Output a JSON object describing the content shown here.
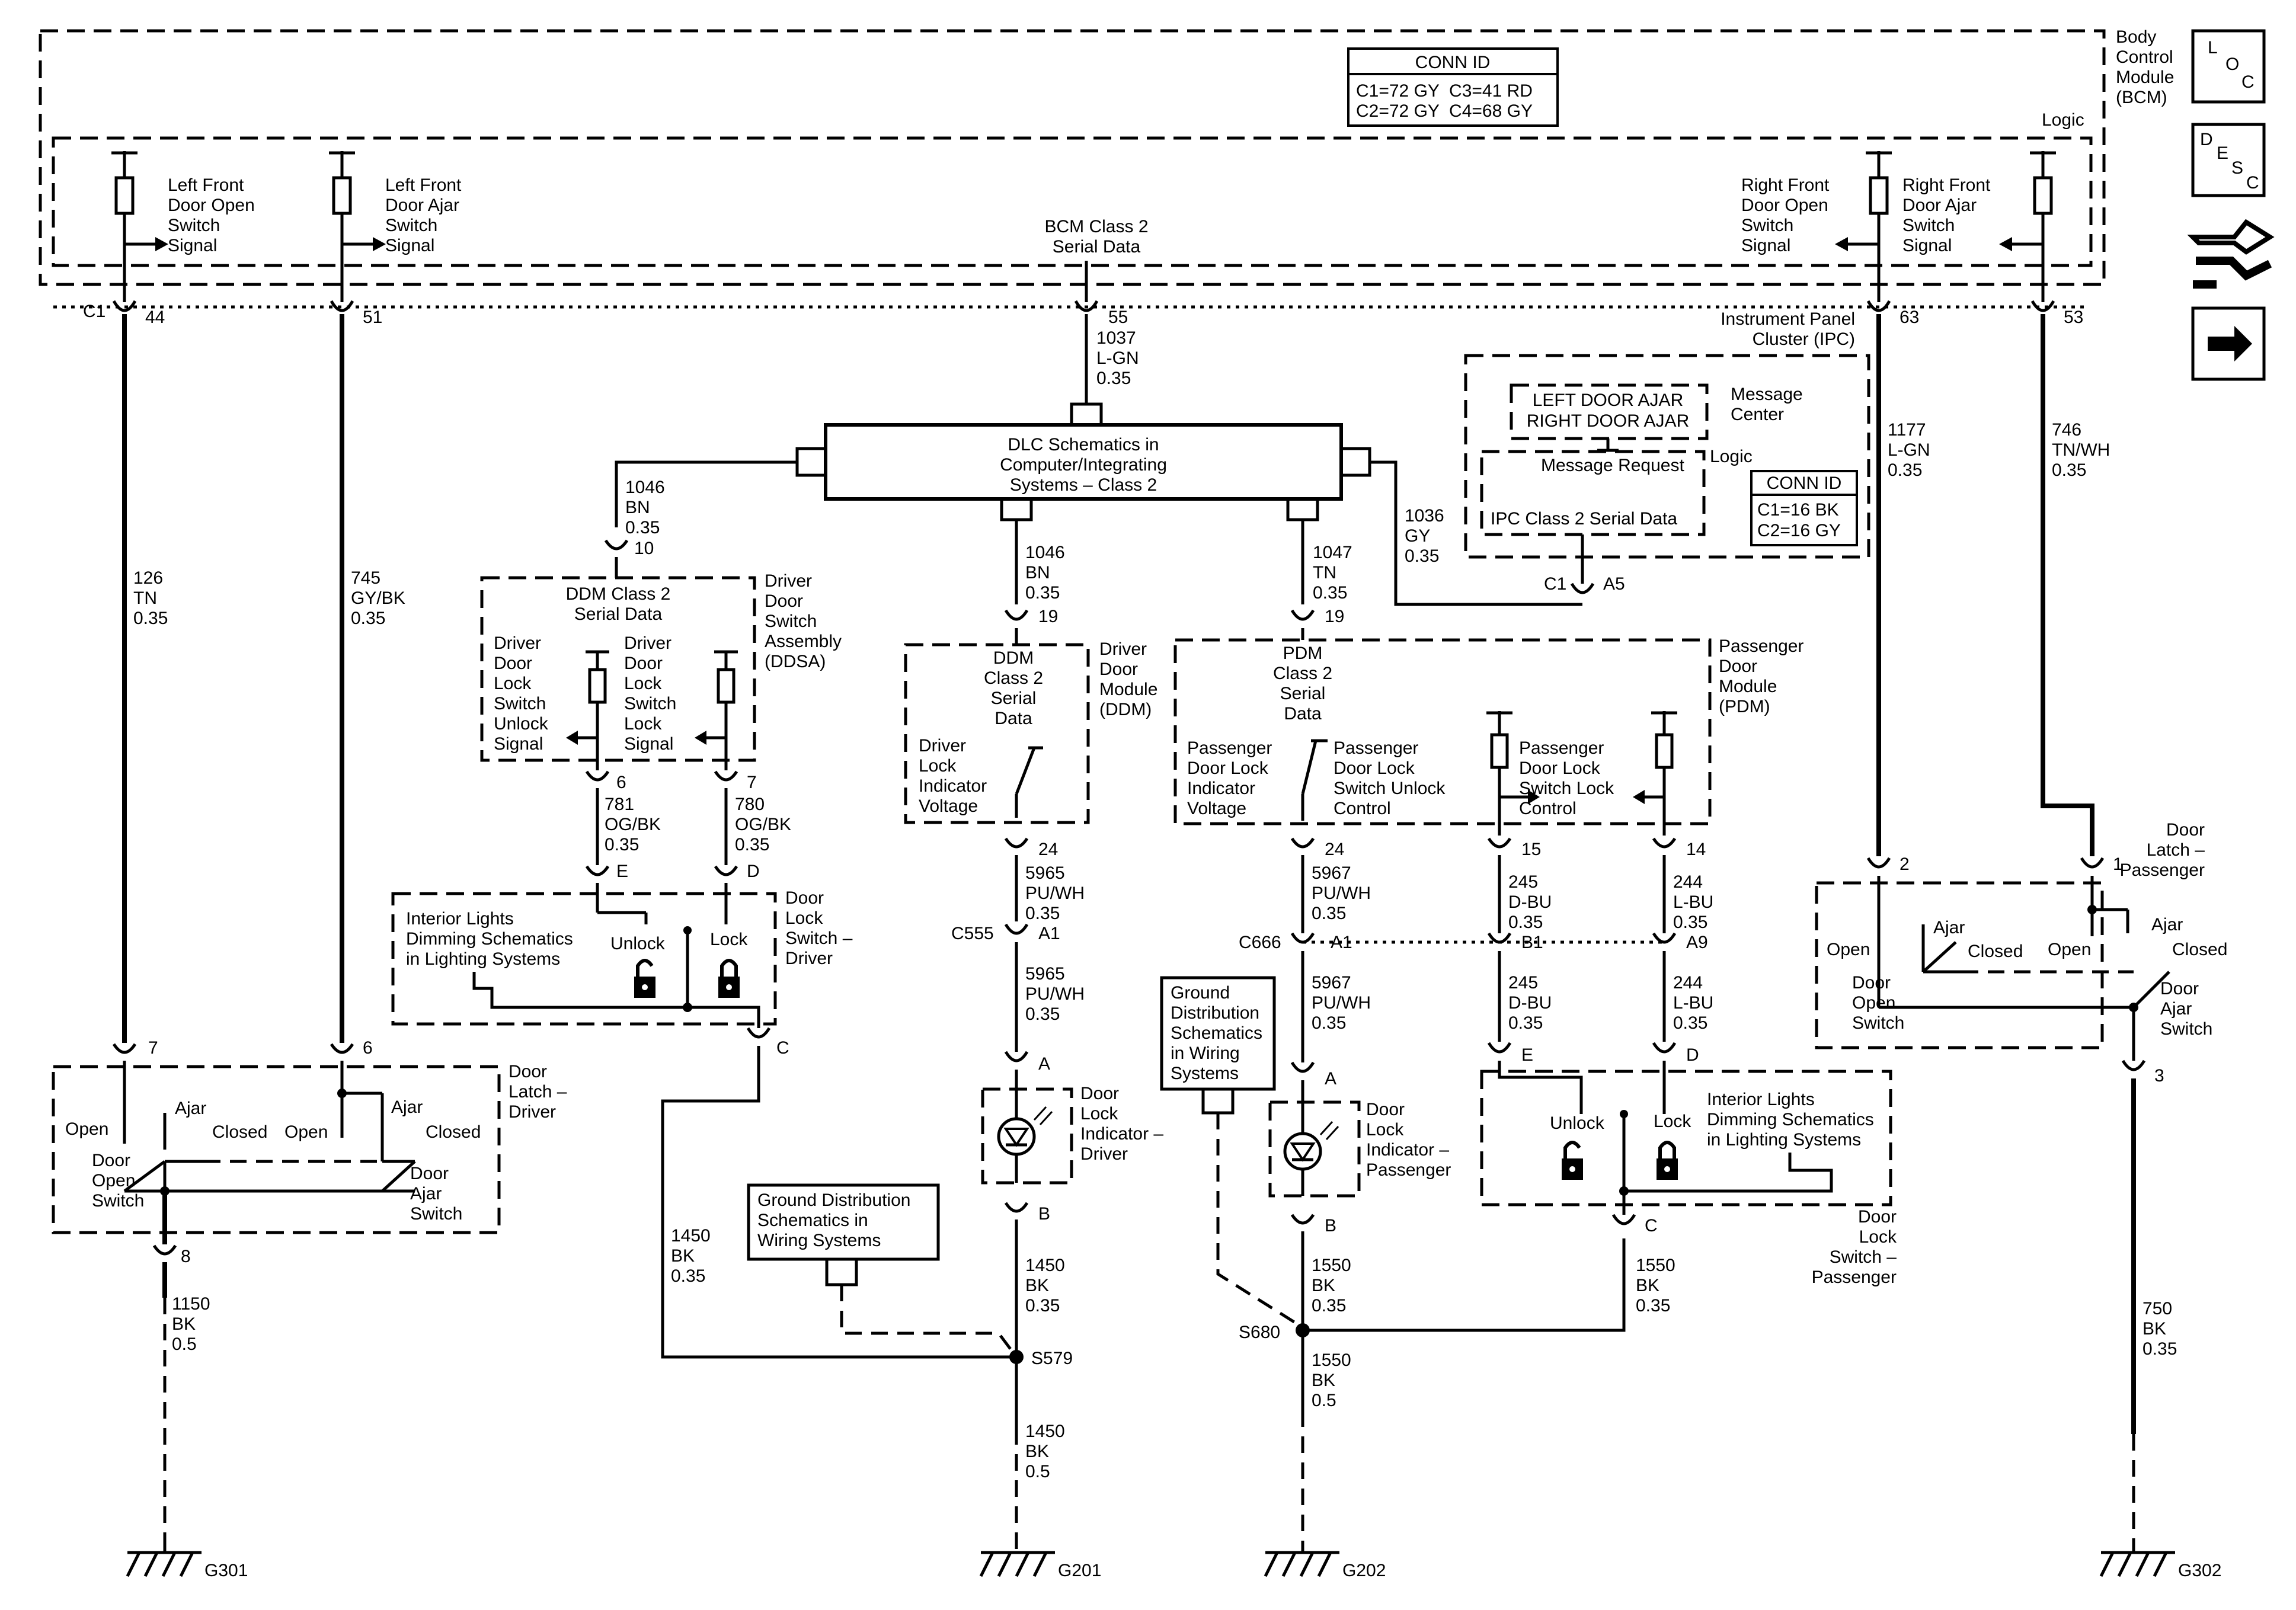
{
  "bcm": {
    "label_lines": [
      "Body",
      "Control",
      "Module",
      "(BCM)"
    ],
    "logic": "Logic",
    "conn_title": "CONN ID",
    "conn_rows": [
      "C1=72 GY  C3=41 RD",
      "C2=72 GY  C4=68 GY"
    ]
  },
  "bcm_signals": {
    "lf_open": [
      "Left Front",
      "Door Open",
      "Switch",
      "Signal"
    ],
    "lf_ajar": [
      "Left Front",
      "Door Ajar",
      "Switch",
      "Signal"
    ],
    "class2": [
      "BCM Class 2",
      "Serial Data"
    ],
    "rf_open": [
      "Right Front",
      "Door Open",
      "Switch",
      "Signal"
    ],
    "rf_ajar": [
      "Right Front",
      "Door Ajar",
      "Switch",
      "Signal"
    ]
  },
  "bcm_pins": {
    "c1": "C1",
    "p44": "44",
    "p51": "51",
    "p55": "55",
    "p63": "63",
    "p53": "53"
  },
  "wires": {
    "w126": [
      "126",
      "TN",
      "0.35"
    ],
    "w745": [
      "745",
      "GY/BK",
      "0.35"
    ],
    "w1037": [
      "1037",
      "L-GN",
      "0.35"
    ],
    "w1046a": [
      "1046",
      "BN",
      "0.35"
    ],
    "w1046b": [
      "1046",
      "BN",
      "0.35"
    ],
    "w1047": [
      "1047",
      "TN",
      "0.35"
    ],
    "w1036": [
      "1036",
      "GY",
      "0.35"
    ],
    "w1177": [
      "1177",
      "L-GN",
      "0.35"
    ],
    "w746": [
      "746",
      "TN/WH",
      "0.35"
    ],
    "w781": [
      "781",
      "OG/BK",
      "0.35"
    ],
    "w780": [
      "780",
      "OG/BK",
      "0.35"
    ],
    "w5965a": [
      "5965",
      "PU/WH",
      "0.35"
    ],
    "w5965b": [
      "5965",
      "PU/WH",
      "0.35"
    ],
    "w5967a": [
      "5967",
      "PU/WH",
      "0.35"
    ],
    "w5967b": [
      "5967",
      "PU/WH",
      "0.35"
    ],
    "w245a": [
      "245",
      "D-BU",
      "0.35"
    ],
    "w245b": [
      "245",
      "D-BU",
      "0.35"
    ],
    "w244a": [
      "244",
      "L-BU",
      "0.35"
    ],
    "w244b": [
      "244",
      "L-BU",
      "0.35"
    ],
    "w1150": [
      "1150",
      "BK",
      "0.5"
    ],
    "w1450a": [
      "1450",
      "BK",
      "0.35"
    ],
    "w1450b": [
      "1450",
      "BK",
      "0.35"
    ],
    "w1450c": [
      "1450",
      "BK",
      "0.5"
    ],
    "w1550a": [
      "1550",
      "BK",
      "0.35"
    ],
    "w1550b": [
      "1550",
      "BK",
      "0.35"
    ],
    "w1550c": [
      "1550",
      "BK",
      "0.5"
    ],
    "w750": [
      "750",
      "BK",
      "0.35"
    ]
  },
  "ipc": {
    "label_lines": [
      "Instrument Panel",
      "Cluster (IPC)"
    ],
    "msg_line1": "LEFT DOOR AJAR",
    "msg_line2": "RIGHT DOOR AJAR",
    "msg_center": [
      "Message",
      "Center"
    ],
    "msg_request": "Message Request",
    "logic": "Logic",
    "class2": "IPC Class 2 Serial Data",
    "conn_title": "CONN ID",
    "conn_rows": [
      "C1=16 BK",
      "C2=16 GY"
    ],
    "conn": "C1",
    "pin": "A5"
  },
  "dlc": {
    "lines": [
      "DLC Schematics in",
      "Computer/Integrating",
      "Systems – Class 2"
    ]
  },
  "ddsa": {
    "label_lines": [
      "Driver",
      "Door",
      "Switch",
      "Assembly",
      "(DDSA)"
    ],
    "class2": [
      "DDM Class 2",
      "Serial Data"
    ],
    "unlock": [
      "Driver",
      "Door",
      "Lock",
      "Switch",
      "Unlock",
      "Signal"
    ],
    "lock": [
      "Driver",
      "Door",
      "Lock",
      "Switch",
      "Lock",
      "Signal"
    ],
    "pin10": "10",
    "pin6": "6",
    "pin7": "7"
  },
  "ddm": {
    "label_lines": [
      "Driver",
      "Door",
      "Module",
      "(DDM)"
    ],
    "class2": [
      "DDM",
      "Class 2",
      "Serial",
      "Data"
    ],
    "voltage": [
      "Driver",
      "Lock",
      "Indicator",
      "Voltage"
    ],
    "pin19": "19",
    "pin24": "24"
  },
  "pdm": {
    "label_lines": [
      "Passenger",
      "Door",
      "Module",
      "(PDM)"
    ],
    "class2": [
      "PDM",
      "Class 2",
      "Serial",
      "Data"
    ],
    "voltage": [
      "Passenger",
      "Door Lock",
      "Indicator",
      "Voltage"
    ],
    "unlock_ctl": [
      "Passenger",
      "Door Lock",
      "Switch Unlock",
      "Control"
    ],
    "lock_ctl": [
      "Passenger",
      "Door Lock",
      "Switch Lock",
      "Control"
    ],
    "pin19": "19",
    "pin24": "24",
    "pin15": "15",
    "pin14": "14"
  },
  "dls_driver": {
    "label_lines": [
      "Door",
      "Lock",
      "Switch –",
      "Driver"
    ],
    "lighting": [
      "Interior Lights",
      "Dimming Schematics",
      "in Lighting Systems"
    ],
    "unlock": "Unlock",
    "lock": "Lock",
    "pinE": "E",
    "pinD": "D",
    "pinC": "C"
  },
  "dls_pass": {
    "label_lines": [
      "Door",
      "Lock",
      "Switch –",
      "Passenger"
    ],
    "lighting": [
      "Interior Lights",
      "Dimming Schematics",
      "in Lighting Systems"
    ],
    "unlock": "Unlock",
    "lock": "Lock",
    "pinE": "E",
    "pinD": "D",
    "pinC": "C"
  },
  "latch_driver": {
    "label_lines": [
      "Door",
      "Latch –",
      "Driver"
    ],
    "open1": "Open",
    "ajar1": "Ajar",
    "closed1": "Closed",
    "open2": "Open",
    "ajar2": "Ajar",
    "closed2": "Closed",
    "open_sw": [
      "Door",
      "Open",
      "Switch"
    ],
    "ajar_sw": [
      "Door",
      "Ajar",
      "Switch"
    ],
    "pin7": "7",
    "pin6": "6",
    "pin8": "8"
  },
  "latch_pass": {
    "label_lines": [
      "Door",
      "Latch –",
      "Passenger"
    ],
    "open1": "Open",
    "ajar1": "Ajar",
    "closed1": "Closed",
    "open2": "Open",
    "ajar2": "Ajar",
    "closed2": "Closed",
    "open_sw": [
      "Door",
      "Open",
      "Switch"
    ],
    "ajar_sw": [
      "Door",
      "Ajar",
      "Switch"
    ],
    "pin2": "2",
    "pin1": "1",
    "pin3": "3"
  },
  "ind_driver": {
    "label_lines": [
      "Door",
      "Lock",
      "Indicator –",
      "Driver"
    ],
    "pinA": "A",
    "pinB": "B"
  },
  "ind_pass": {
    "label_lines": [
      "Door",
      "Lock",
      "Indicator –",
      "Passenger"
    ],
    "pinA": "A",
    "pinB": "B"
  },
  "c555": {
    "name": "C555",
    "pin": "A1"
  },
  "c666": {
    "name": "C666",
    "pinA1": "A1",
    "pinB1": "B1",
    "pinA9": "A9"
  },
  "ground_ref_a": [
    "Ground Distribution",
    "Schematics in",
    "Wiring Systems"
  ],
  "ground_ref_b": [
    "Ground",
    "Distribution",
    "Schematics",
    "in Wiring",
    "Systems"
  ],
  "splices": {
    "s579": "S579",
    "s680": "S680"
  },
  "grounds": {
    "g301": "G301",
    "g201": "G201",
    "g202": "G202",
    "g302": "G302"
  },
  "icons": {
    "loc": [
      "L",
      "O",
      "C"
    ],
    "desc": [
      "D",
      "E",
      "S",
      "C"
    ]
  }
}
